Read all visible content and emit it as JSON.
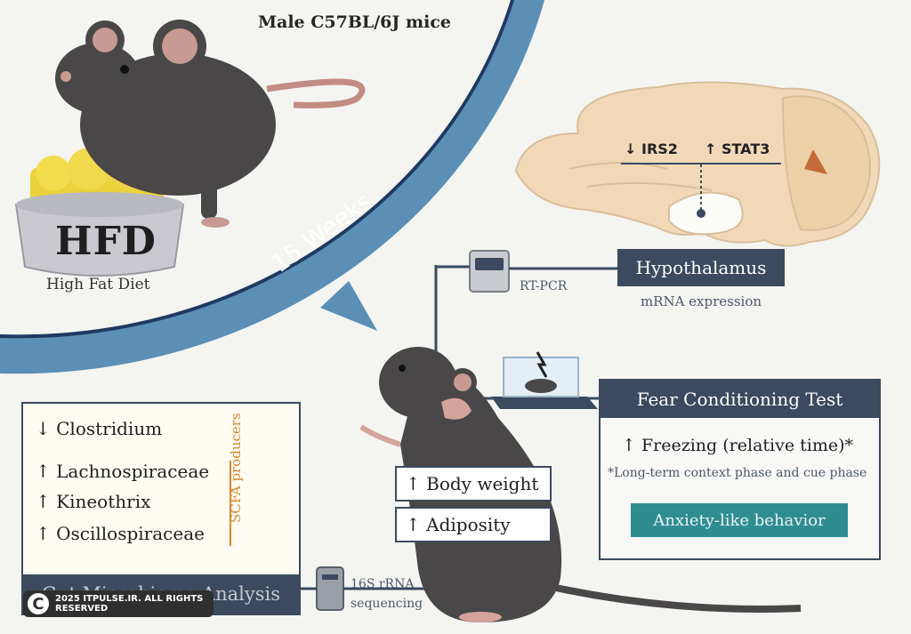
{
  "top_section": {
    "strain": "Male C57BL/6J mice",
    "diet_abbrev": "HFD",
    "diet_full": "High Fat Diet",
    "duration": "15 Weeks"
  },
  "brain": {
    "gene_down": "IRS2",
    "gene_up": "STAT3",
    "region": "Hypothalamus",
    "region_sub": "mRNA expression",
    "method": "RT-PCR"
  },
  "fear": {
    "title": "Fear Conditioning Test",
    "result": "Freezing (relative time)*",
    "note": "*Long-term context phase and cue phase",
    "behavior": "Anxiety-like behavior"
  },
  "gut": {
    "items": [
      {
        "arrow": "down",
        "name": "Clostridium"
      },
      {
        "arrow": "up",
        "name": "Lachnospiraceae"
      },
      {
        "arrow": "up",
        "name": "Kineothrix"
      },
      {
        "arrow": "up",
        "name": "Oscillospiraceae"
      }
    ],
    "scfa_label": "SCFA producers",
    "title": "Gut Microbiome Analysis",
    "method_line1": "16S rRNA",
    "method_line2": "sequencing"
  },
  "phenotype": {
    "body_weight": "Body weight",
    "adiposity": "Adiposity"
  },
  "watermark": "2025 ITPULSE.IR. ALL RIGHTS RESERVED",
  "watermark_icon": "C",
  "colors": {
    "navy": "#3b4a5e",
    "blue_band": "#5b8fb6",
    "teal": "#2f8d92",
    "orange": "#d9862e",
    "mouse": "#4a4748",
    "brain": "#f1d9b8"
  }
}
